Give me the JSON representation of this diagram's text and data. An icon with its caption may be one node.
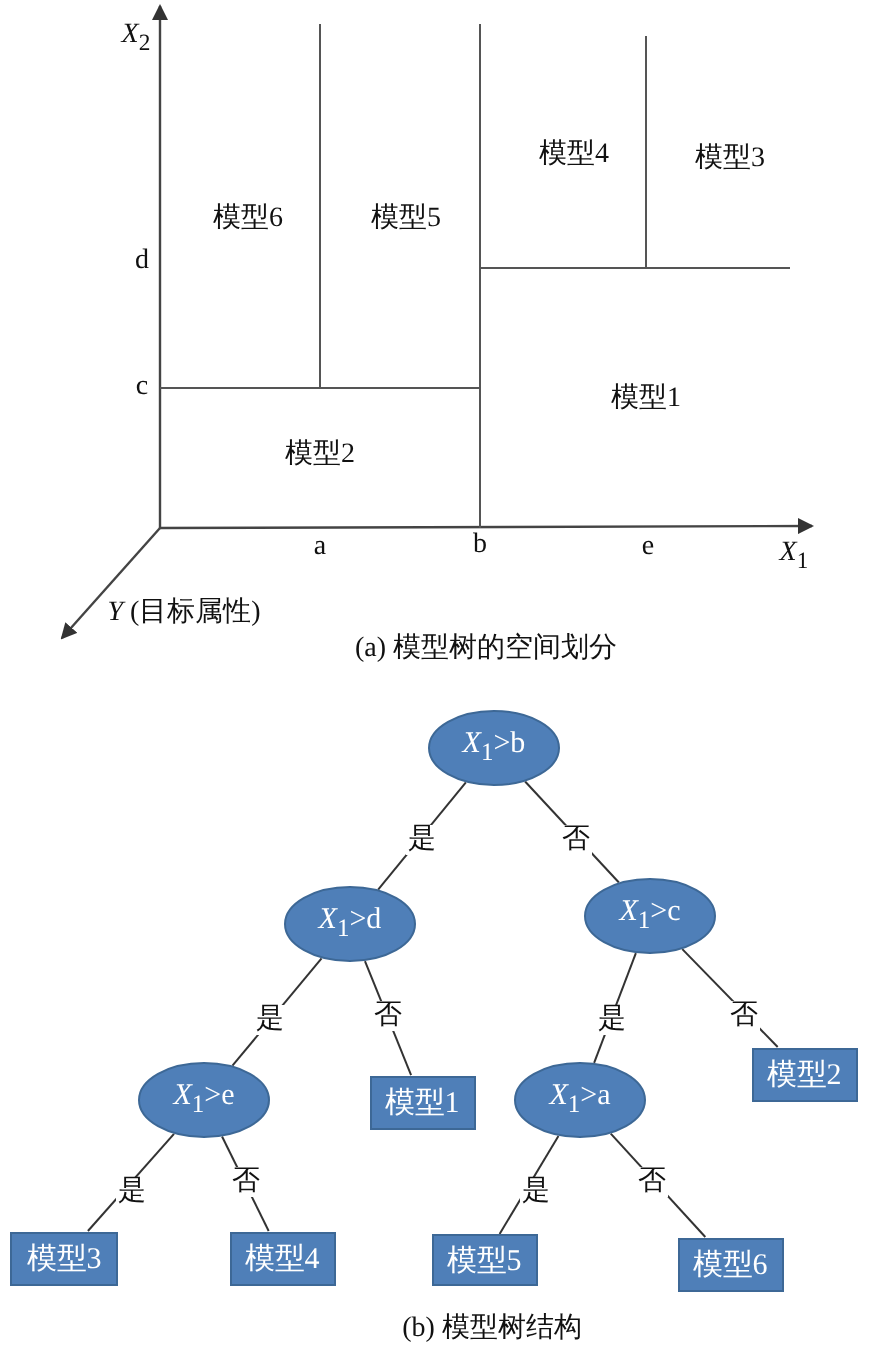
{
  "diagram": {
    "nodes": [
      {
        "text": [
          "*X*$_{1}$>b"
        ]
      },
      {
        "text": [
          "*X*$_{1}$>d"
        ]
      },
      {
        "text": [
          "*X*$_{1}$>c"
        ]
      },
      {
        "text": [
          "*X*$_{1}$>e"
        ]
      },
      {
        "text": [
          "模型1"
        ]
      },
      {
        "text": [
          "*X*$_{1}$>a"
        ]
      },
      {
        "text": [
          "模型2"
        ]
      },
      {
        "text": [
          "模型3"
        ]
      },
      {
        "text": [
          "模型4"
        ]
      },
      {
        "text": [
          "模型5"
        ]
      },
      {
        "text": [
          "模型6"
        ]
      }
    ],
    "edges": [
      {
        "from": 0,
        "to": 1,
        "arrow": "none",
        "label": "是"
      },
      {
        "from": 0,
        "to": 2,
        "arrow": "none",
        "label": "否"
      },
      {
        "from": 1,
        "to": 3,
        "arrow": "none",
        "label": "是"
      },
      {
        "from": 1,
        "to": 4,
        "arrow": "none",
        "label": "否"
      },
      {
        "from": 2,
        "to": 5,
        "arrow": "none",
        "label": "是"
      },
      {
        "from": 2,
        "to": 6,
        "arrow": "none",
        "label": "否"
      },
      {
        "from": 3,
        "to": 7,
        "arrow": "none",
        "label": "是"
      },
      {
        "from": 3,
        "to": 8,
        "arrow": "none",
        "label": "否"
      },
      {
        "from": 5,
        "to": 9,
        "arrow": "none",
        "label": "是"
      },
      {
        "from": 5,
        "to": 10,
        "arrow": "none",
        "label": "否"
      }
    ],
    "labels": [
      "*X*$_{2}$",
      "模型4",
      "模型3",
      "模型6",
      "模型5",
      "d",
      "c",
      "模型1",
      "模型2",
      "a",
      "b",
      "e",
      "*X*$_{1}$",
      "*Y* (目标属性)",
      "(a) 模型树的空间划分",
      "(b) 模型树结构"
    ]
  }
}
